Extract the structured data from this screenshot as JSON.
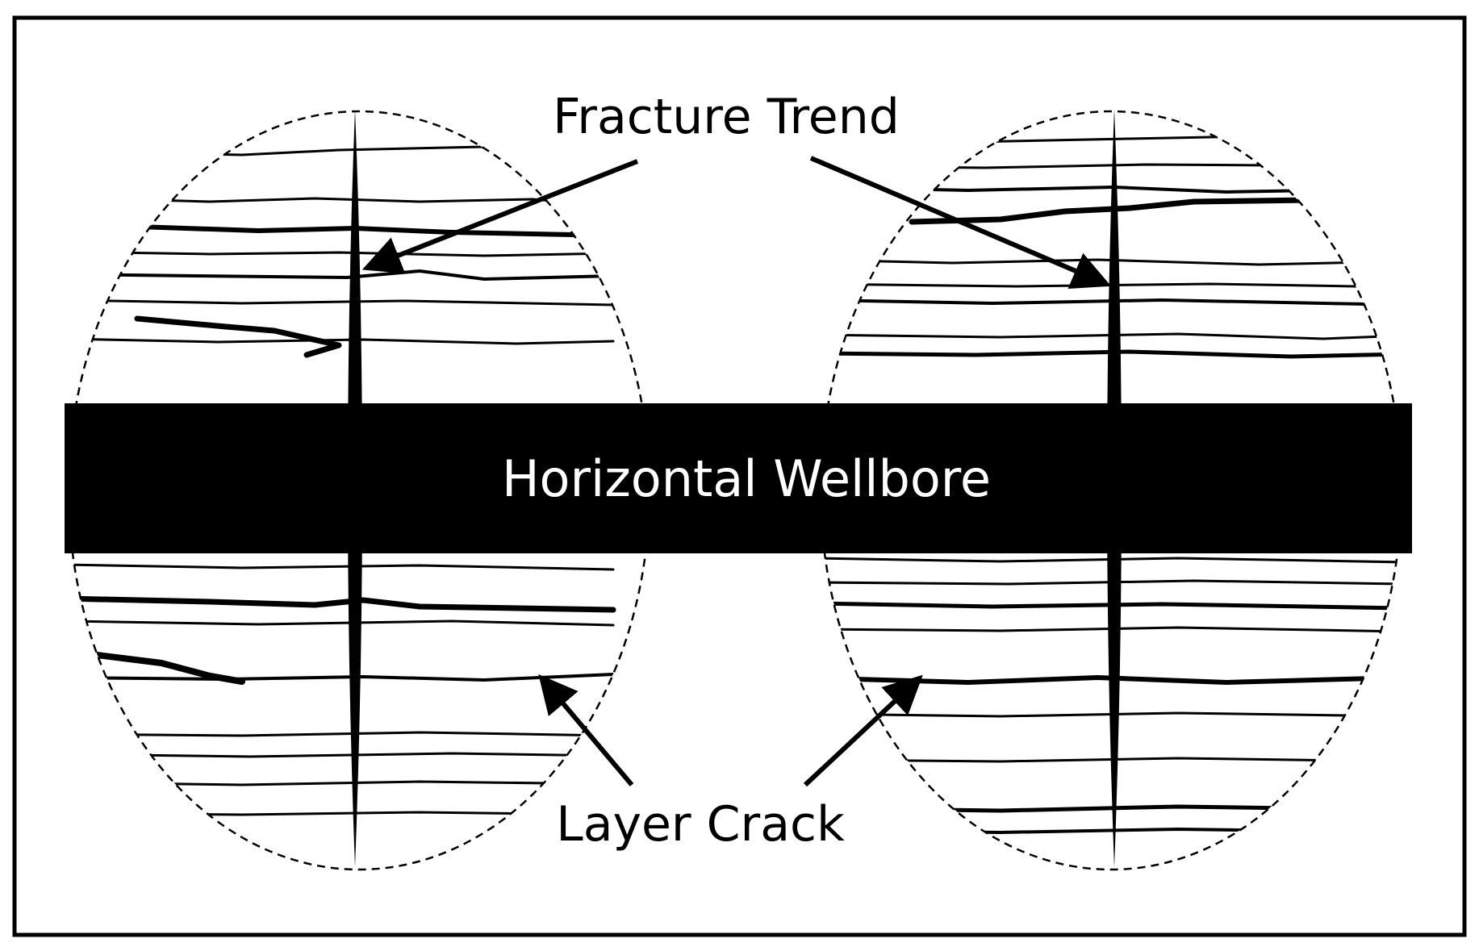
{
  "labels": {
    "fracture_trend": "Fracture Trend",
    "horizontal_wellbore": "Horizontal Wellbore",
    "layer_crack": "Layer Crack"
  },
  "colors": {
    "ink": "#000000",
    "background": "#ffffff",
    "wellbore_text": "#ffffff"
  }
}
